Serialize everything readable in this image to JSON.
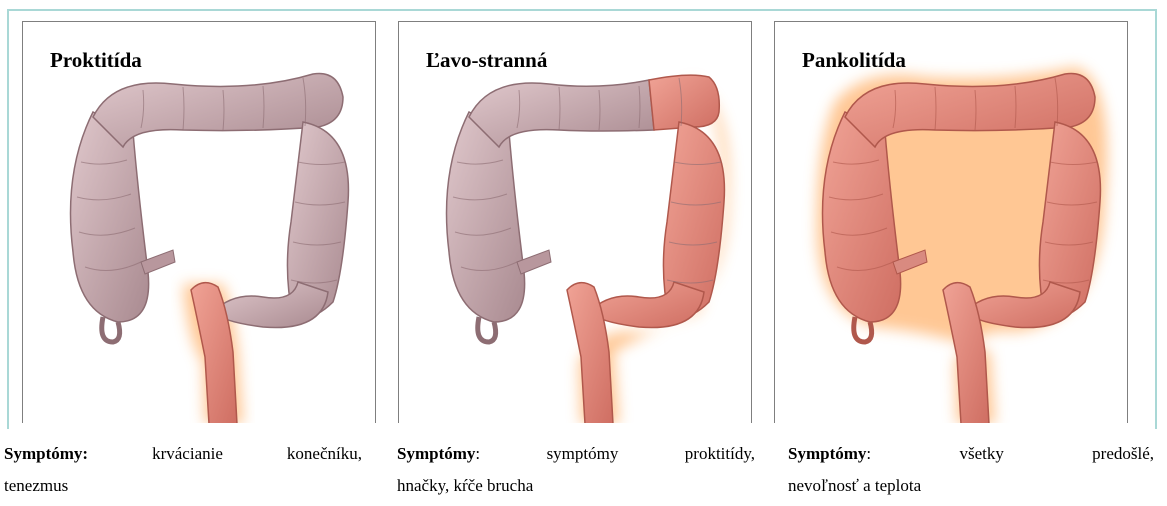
{
  "panels": [
    {
      "title": "Proktitída",
      "inflamed": "rectum",
      "caption": {
        "label": "Symptómy:",
        "label_suffix": "",
        "words": [
          "krvácianie",
          "konečníku,"
        ],
        "line2": "tenezmus"
      }
    },
    {
      "title": "Ľavo-stranná",
      "inflamed": "left",
      "caption": {
        "label": "Symptómy",
        "label_suffix": ":",
        "words": [
          "symptómy",
          "proktitídy,"
        ],
        "line2": "hnačky, kŕče brucha"
      }
    },
    {
      "title": "Pankolitída",
      "inflamed": "all",
      "caption": {
        "label": "Symptómy",
        "label_suffix": ":",
        "words": [
          "všetky",
          "predošlé,"
        ],
        "line2": "nevoľnosť a teplota"
      }
    }
  ],
  "colors": {
    "frame": "#a9d8d6",
    "healthy": "#c9aab0",
    "inflamed": "#e38579",
    "glow": "#ff9a3c"
  }
}
